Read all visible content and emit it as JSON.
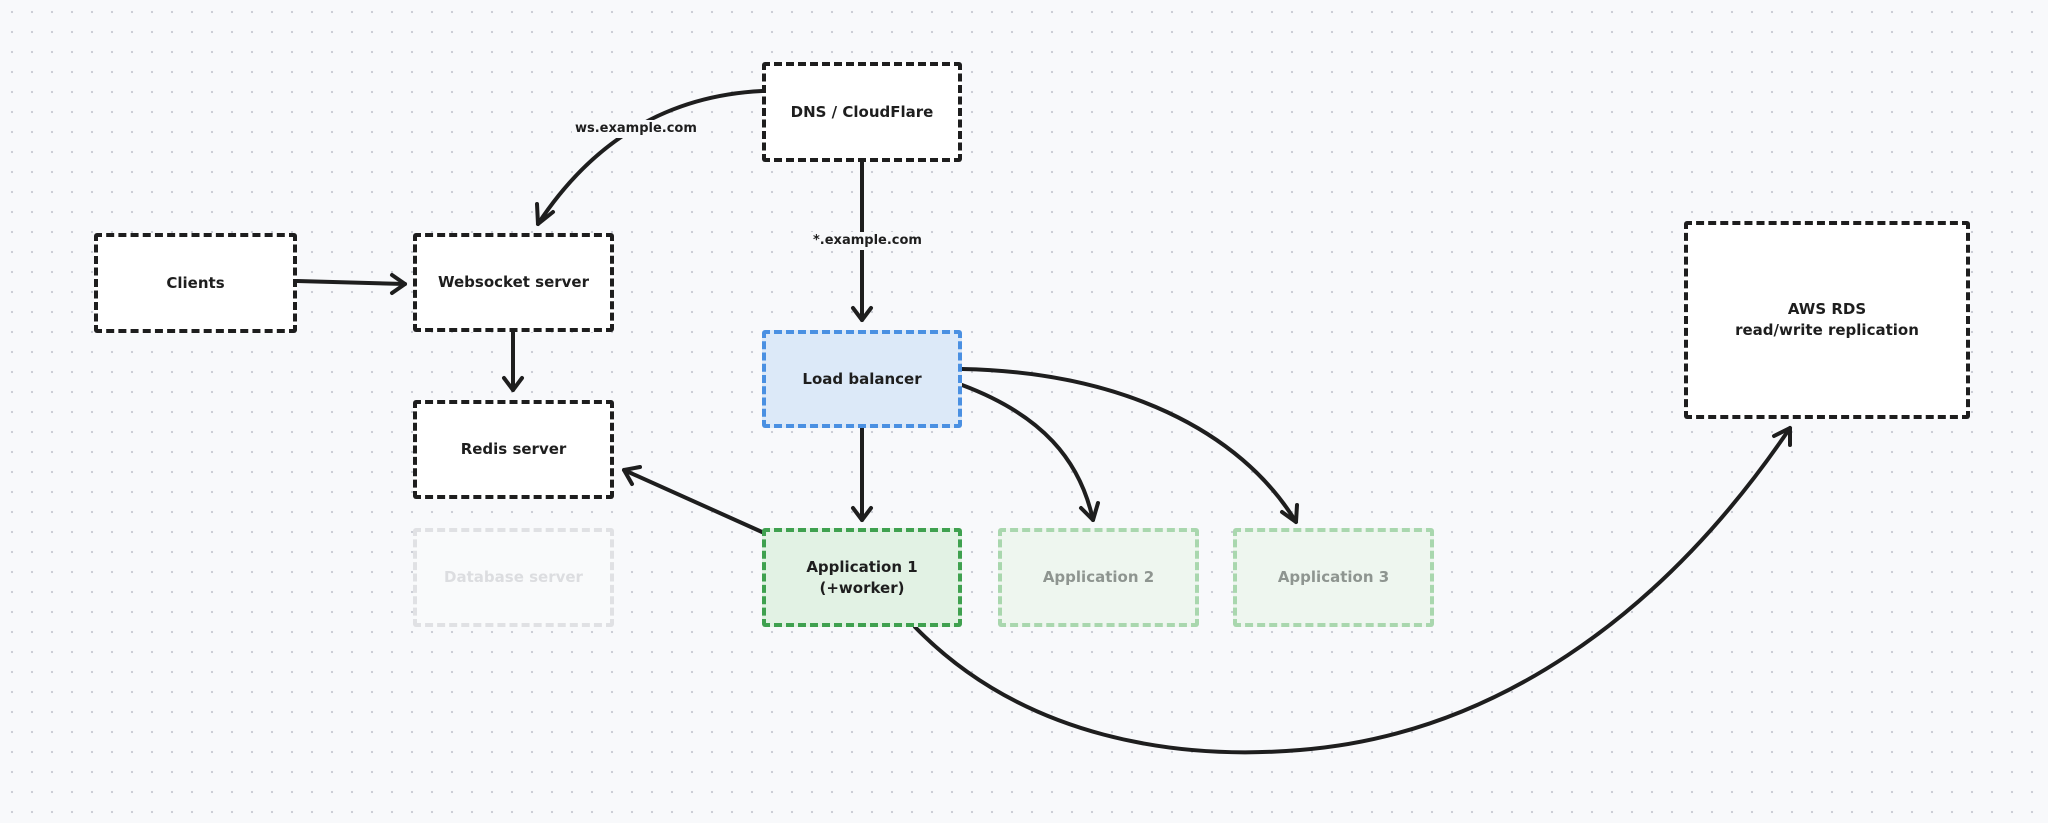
{
  "colors": {
    "ink": "#1e1e1e",
    "canvas": "#f8f9fb",
    "blue_border": "#4a90e2",
    "blue_fill": "#dce9f8",
    "green_border": "#3fa14f",
    "green_fill": "#e2f2e4"
  },
  "nodes": {
    "dns": {
      "label": "DNS / CloudFlare"
    },
    "clients": {
      "label": "Clients"
    },
    "websocket": {
      "label": "Websocket server"
    },
    "redis": {
      "label": "Redis server"
    },
    "database": {
      "label": "Database server"
    },
    "load_balancer": {
      "label": "Load balancer"
    },
    "app1": {
      "label": "Application 1\n(+worker)"
    },
    "app2": {
      "label": "Application 2"
    },
    "app3": {
      "label": "Application 3"
    },
    "aws_rds": {
      "label": "AWS RDS\nread/write replication"
    }
  },
  "edge_labels": {
    "dns_to_ws": "ws.example.com",
    "dns_to_lb": "*.example.com"
  }
}
